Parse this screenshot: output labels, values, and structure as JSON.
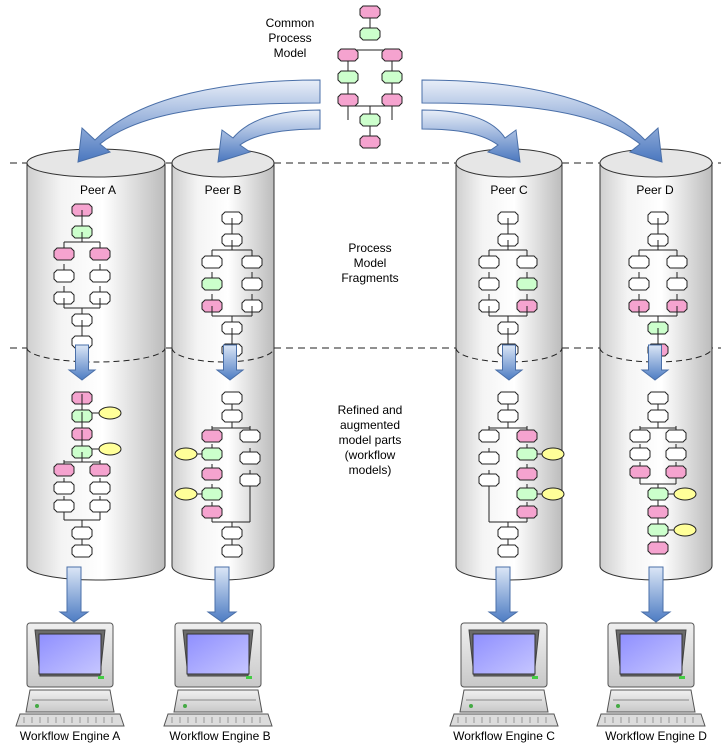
{
  "common_model": {
    "line1": "Common",
    "line2": "Process",
    "line3": "Model"
  },
  "fragments": {
    "line1": "Process",
    "line2": "Model",
    "line3": "Fragments"
  },
  "refined": {
    "line1": "Refined and",
    "line2": "augmented",
    "line3": "model parts",
    "line4": "(workflow",
    "line5": "models)"
  },
  "peers": [
    {
      "name": "Peer A",
      "engine": "Workflow Engine A"
    },
    {
      "name": "Peer B",
      "engine": "Workflow Engine B"
    },
    {
      "name": "Peer C",
      "engine": "Workflow Engine C"
    },
    {
      "name": "Peer D",
      "engine": "Workflow Engine D"
    }
  ],
  "colors": {
    "pink": "#f5a3cf",
    "green": "#ccffcc",
    "white": "#ffffff",
    "yellow": "#ffff99",
    "arrow": "#5b86c8",
    "screen": "#9999ff"
  }
}
